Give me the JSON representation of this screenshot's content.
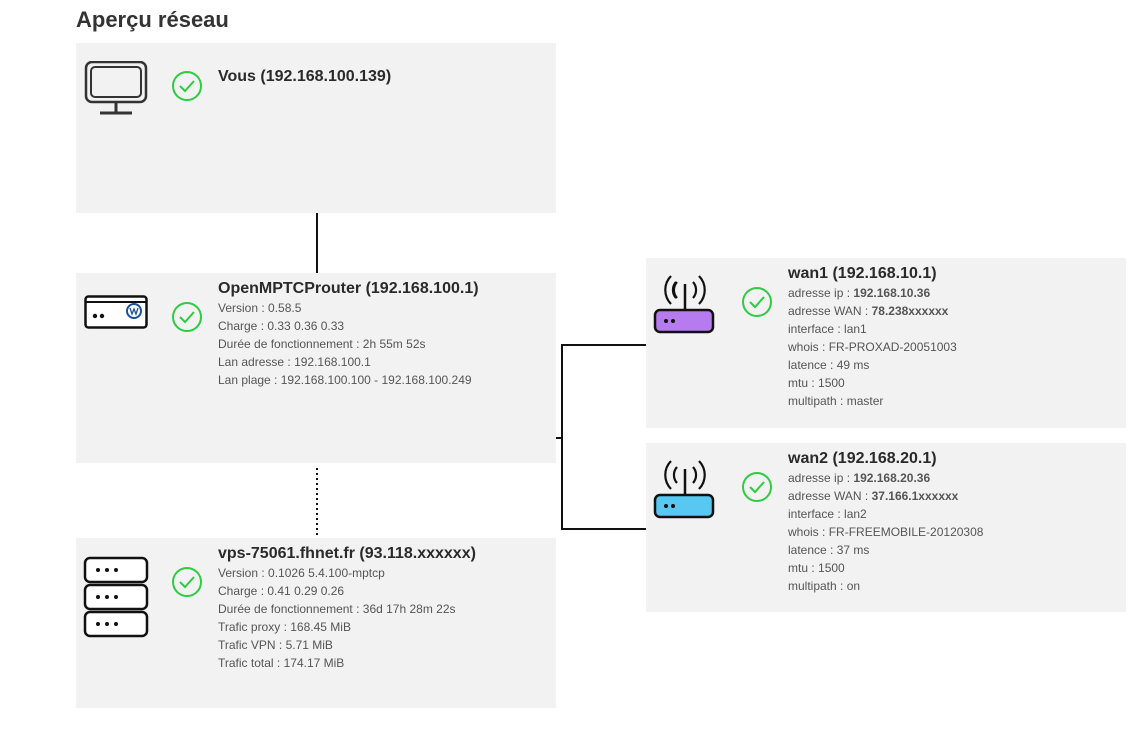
{
  "page": {
    "title": "Aperçu réseau"
  },
  "client": {
    "name": "Vous (192.168.100.139)",
    "icon": "monitor-icon",
    "status_icon": "check-circle-icon",
    "status_color": "#2ecc40"
  },
  "router": {
    "name": "OpenMPTCProuter (192.168.100.1)",
    "icon": "router-box-icon",
    "status_icon": "check-circle-icon",
    "lines": [
      {
        "label": "Version",
        "value": "0.58.5"
      },
      {
        "label": "Charge",
        "value": "0.33 0.36 0.33"
      },
      {
        "label": "Durée de fonctionnement",
        "value": "2h 55m 52s"
      },
      {
        "label": "Lan adresse",
        "value": "192.168.100.1"
      },
      {
        "label": "Lan plage",
        "value": "192.168.100.100 - 192.168.100.249"
      }
    ]
  },
  "server": {
    "name": "vps-75061.fhnet.fr (93.118.xxxxxx)",
    "icon": "server-stack-icon",
    "status_icon": "check-circle-icon",
    "lines": [
      {
        "label": "Version",
        "value": "0.1026 5.4.100-mptcp"
      },
      {
        "label": "Charge",
        "value": "0.41 0.29 0.26"
      },
      {
        "label": "Durée de fonctionnement",
        "value": "36d 17h 28m 22s"
      },
      {
        "label": "Trafic proxy",
        "value": "168.45 MiB"
      },
      {
        "label": "Trafic VPN",
        "value": "5.71 MiB"
      },
      {
        "label": "Trafic total",
        "value": "174.17 MiB"
      }
    ]
  },
  "wans": [
    {
      "name": "wan1 (192.168.10.1)",
      "icon": "wifi-router-icon",
      "color": "#b57bef",
      "status_icon": "check-circle-icon",
      "lines": [
        {
          "label": "adresse ip",
          "value": "192.168.10.36",
          "bold": true
        },
        {
          "label": "adresse WAN",
          "value": "78.238xxxxxx",
          "bold": true
        },
        {
          "label": "interface",
          "value": "lan1"
        },
        {
          "label": "whois",
          "value": "FR-PROXAD-20051003"
        },
        {
          "label": "latence",
          "value": "49 ms"
        },
        {
          "label": "mtu",
          "value": "1500"
        },
        {
          "label": "multipath",
          "value": "master"
        }
      ]
    },
    {
      "name": "wan2 (192.168.20.1)",
      "icon": "wifi-router-icon",
      "color": "#57c8f2",
      "status_icon": "check-circle-icon",
      "lines": [
        {
          "label": "adresse ip",
          "value": "192.168.20.36",
          "bold": true
        },
        {
          "label": "adresse WAN",
          "value": "37.166.1xxxxxx",
          "bold": true
        },
        {
          "label": "interface",
          "value": "lan2"
        },
        {
          "label": "whois",
          "value": "FR-FREEMOBILE-20120308"
        },
        {
          "label": "latence",
          "value": "37 ms"
        },
        {
          "label": "mtu",
          "value": "1500"
        },
        {
          "label": "multipath",
          "value": "on"
        }
      ]
    }
  ]
}
